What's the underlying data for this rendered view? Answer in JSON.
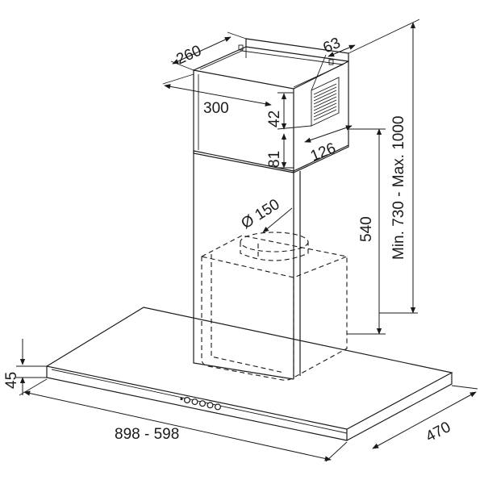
{
  "dimensions": {
    "chimney_width": "260",
    "chimney_depth": "300",
    "vent_width": "63",
    "vent_height": "42",
    "vent_offset": "126",
    "overlap": "81",
    "outlet_diameter": "Ø 150",
    "body_height": "540",
    "total_height": "Min. 730 - Max. 1000",
    "hood_thickness": "45",
    "hood_width": "898 - 598",
    "hood_depth": "470"
  },
  "control_buttons": 5
}
